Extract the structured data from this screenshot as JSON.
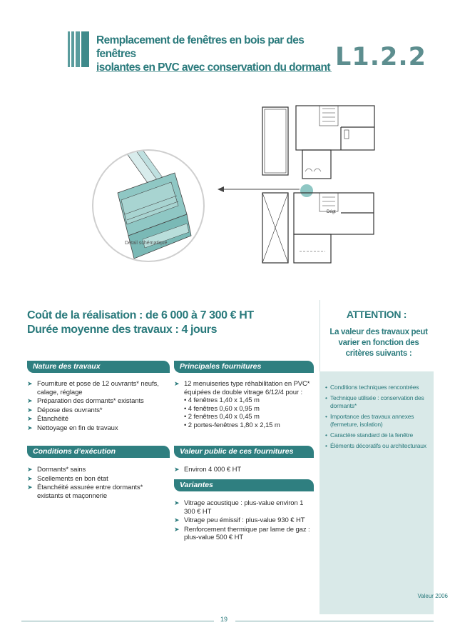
{
  "header": {
    "title_line1": "Remplacement de fenêtres en bois par des fenêtres",
    "title_line2": "isolantes en PVC avec conservation du dormant",
    "code": "L1.2.2"
  },
  "illustration": {
    "caption": "Détail schématique",
    "plan_label": "Dégt"
  },
  "cost": {
    "line1": "Coût de la réalisation : de 6 000 à 7 300 € HT",
    "line2": "Durée moyenne des travaux : 4 jours"
  },
  "attention": {
    "title": "ATTENTION :",
    "text": "La valeur des travaux peut varier en fonction des critères suivants :",
    "items": [
      "Conditions techniques rencontrées",
      "Technique utilisée : conservation des dormants*",
      "Importance des travaux annexes (fermeture, isolation)",
      "Caractère standard de la fenêtre",
      "Éléments décoratifs ou architecturaux"
    ],
    "valeur": "Valeur 2006"
  },
  "sections": {
    "nature": {
      "title": "Nature des travaux",
      "items": [
        "Fourniture et pose de 12 ouvrants* neufs, calage, réglage",
        "Préparation des dormants* existants",
        "Dépose des ouvrants*",
        "Étanchéité",
        "Nettoyage en fin de travaux"
      ]
    },
    "conditions": {
      "title": "Conditions d’exécution",
      "items": [
        "Dormants* sains",
        "Scellements en bon état",
        "Étanchéité assurée entre dormants* existants et maçonnerie"
      ]
    },
    "fournitures": {
      "title": "Principales fournitures",
      "item_main": "12 menuiseries type réhabilitation en PVC* équipées de double vitrage 6/12/4 pour :",
      "subitems": [
        "• 4 fenêtres 1,40 x 1,45 m",
        "• 4 fenêtres 0,60 x 0,95 m",
        "• 2 fenêtres 0,40 x 0,45 m",
        "• 2 portes-fenêtres 1,80 x 2,15 m"
      ]
    },
    "valeur_public": {
      "title": "Valeur public de ces fournitures",
      "items": [
        "Environ 4 000 € HT"
      ]
    },
    "variantes": {
      "title": "Variantes",
      "items": [
        "Vitrage acoustique : plus-value environ 1 300 € HT",
        "Vitrage peu émissif : plus-value 930 € HT",
        "Renforcement thermique par lame de gaz : plus-value 500 € HT"
      ]
    }
  },
  "footer": {
    "page_number": "19"
  },
  "colors": {
    "teal": "#2a7a7c",
    "section_bg": "#2f7f80",
    "panel_bg": "#d9e9e8"
  }
}
